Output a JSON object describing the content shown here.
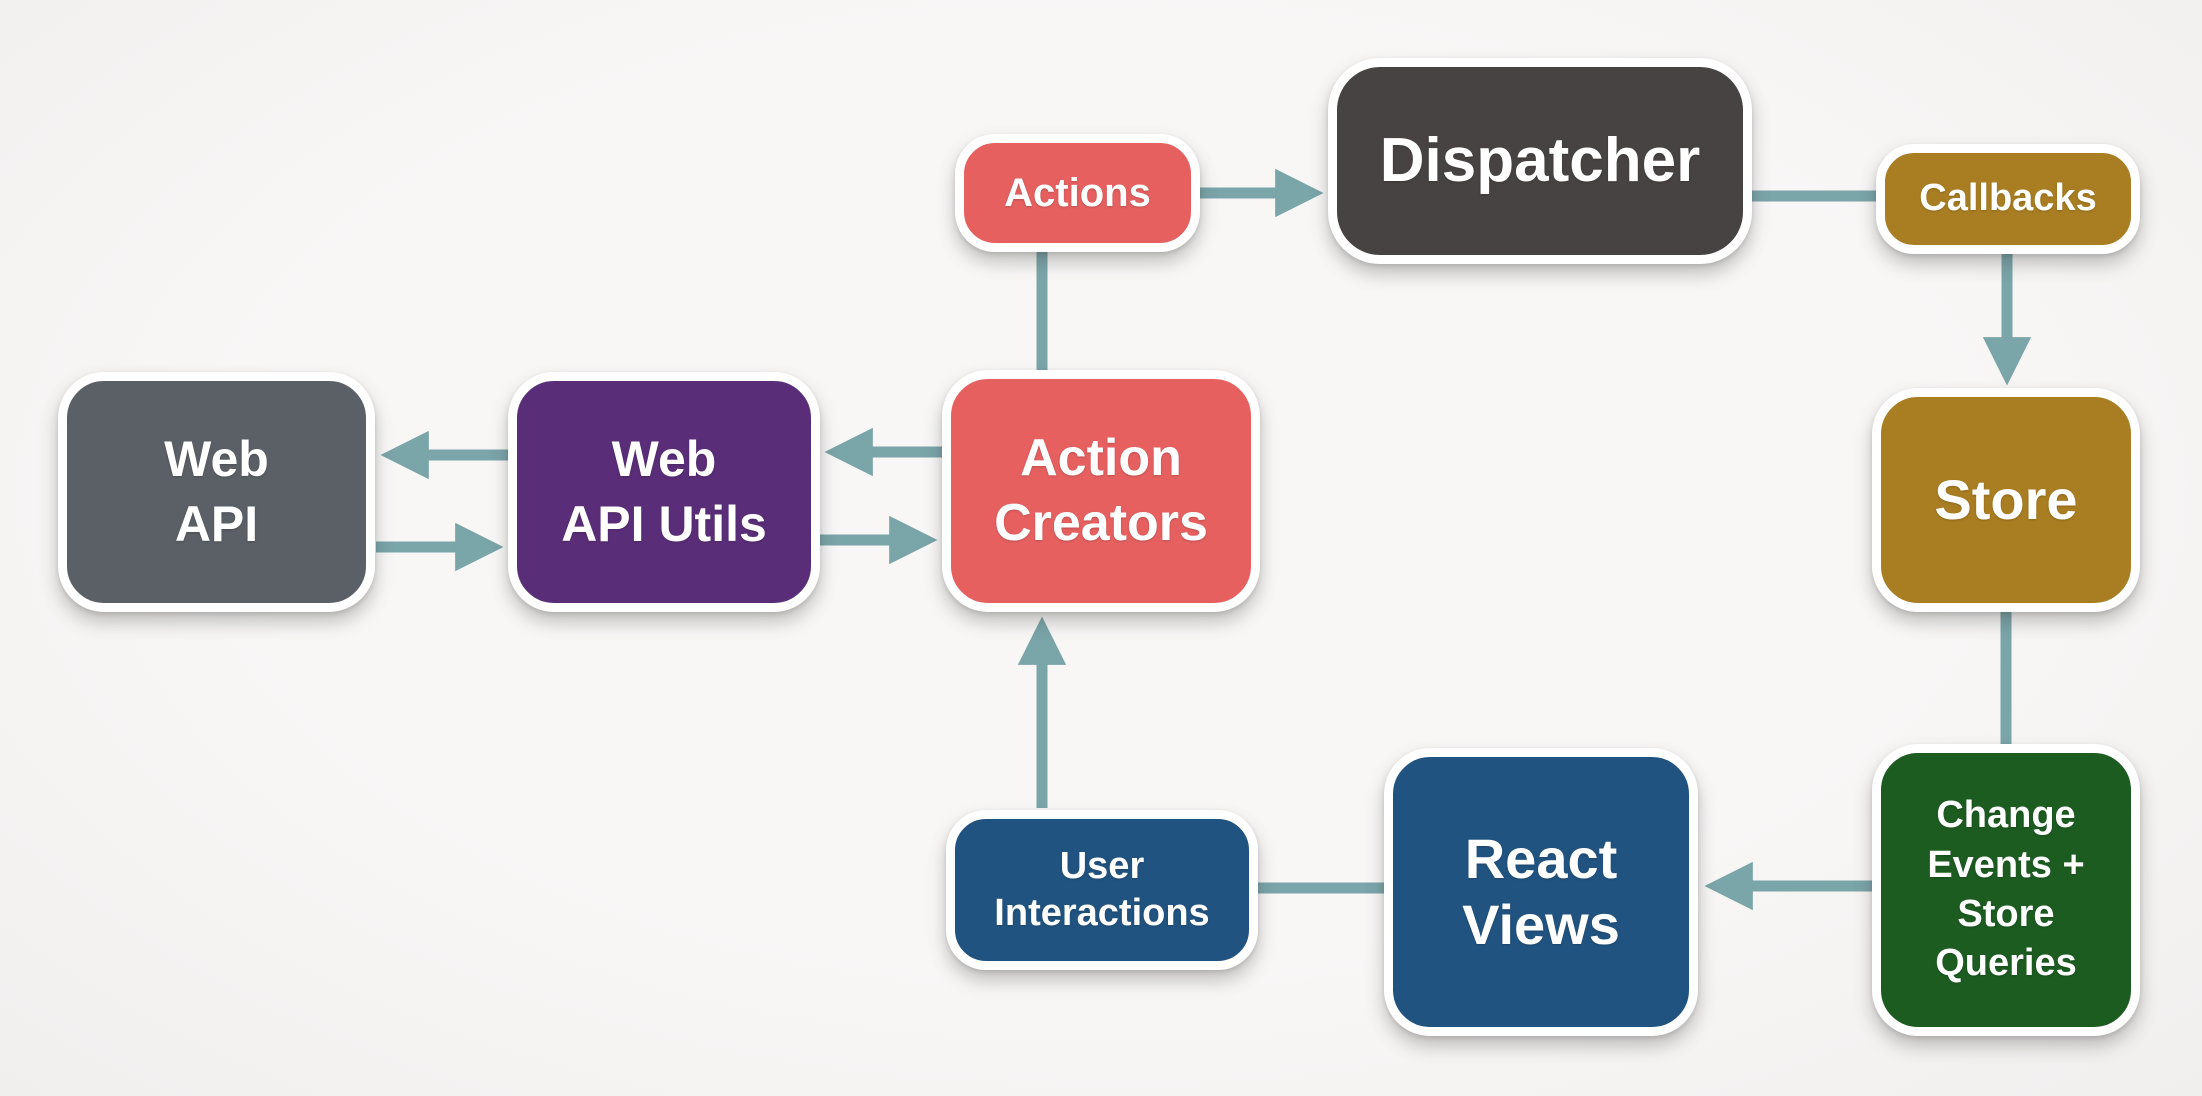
{
  "diagram": {
    "background_color": "#f6f5f4",
    "arrow_color": "#7aa5a9",
    "node_border_color": "#ffffff",
    "text_color": "#ffffff",
    "nodes": {
      "actions": {
        "label": "Actions",
        "color": "#e66060"
      },
      "dispatcher": {
        "label": "Dispatcher",
        "color": "#474342"
      },
      "callbacks": {
        "label": "Callbacks",
        "color": "#a97d21"
      },
      "store": {
        "label": "Store",
        "color": "#a97d21"
      },
      "change_events": {
        "label": "Change\nEvents +\nStore\nQueries",
        "color": "#1c5c21"
      },
      "react_views": {
        "label": "React\nViews",
        "color": "#215381"
      },
      "user_interactions": {
        "label": "User\nInteractions",
        "color": "#215381"
      },
      "action_creators": {
        "label": "Action\nCreators",
        "color": "#e66060"
      },
      "web_api_utils": {
        "label": "Web\nAPI Utils",
        "color": "#5a2d78"
      },
      "web_api": {
        "label": "Web\nAPI",
        "color": "#5b5f66"
      }
    },
    "edges": [
      {
        "from": "actions",
        "to": "dispatcher",
        "arrowhead": true
      },
      {
        "from": "dispatcher",
        "to": "callbacks",
        "arrowhead": false
      },
      {
        "from": "callbacks",
        "to": "store",
        "arrowhead": true
      },
      {
        "from": "store",
        "to": "change_events",
        "arrowhead": false
      },
      {
        "from": "change_events",
        "to": "react_views",
        "arrowhead": true
      },
      {
        "from": "react_views",
        "to": "user_interactions",
        "arrowhead": false
      },
      {
        "from": "user_interactions",
        "to": "action_creators",
        "arrowhead": true
      },
      {
        "from": "action_creators",
        "to": "actions",
        "arrowhead": false
      },
      {
        "from": "action_creators",
        "to": "web_api_utils",
        "arrowhead": true
      },
      {
        "from": "web_api_utils",
        "to": "action_creators",
        "arrowhead": true
      },
      {
        "from": "web_api_utils",
        "to": "web_api",
        "arrowhead": true
      },
      {
        "from": "web_api",
        "to": "web_api_utils",
        "arrowhead": true
      }
    ]
  }
}
